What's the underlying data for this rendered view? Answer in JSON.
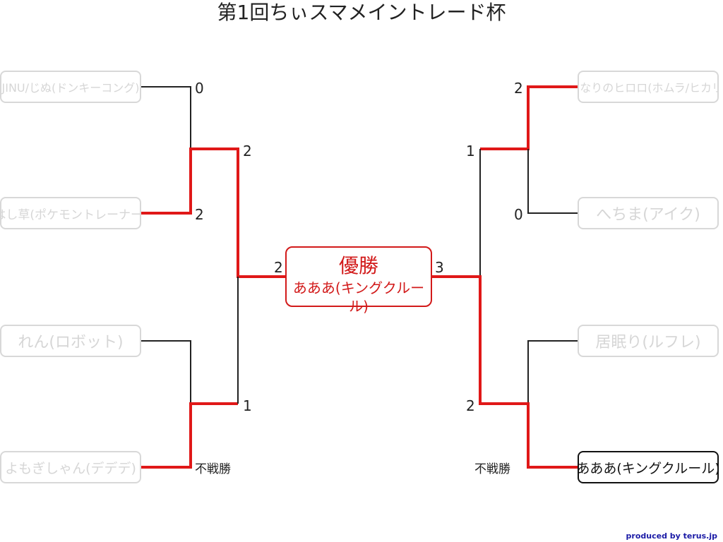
{
  "title": "第1回ちぃスマメイントレード杯",
  "left": {
    "players": [
      "JINU/じぬ(ドンキーコング)",
      "はし草(ポケモントレーナー)",
      "れん(ロボット)",
      "よもぎしゃん(デデデ)"
    ],
    "round1_scores": [
      "0",
      "2",
      "1"
    ],
    "walkover": "不戦勝",
    "semi_score": "2",
    "final_score": "2"
  },
  "right": {
    "players": [
      "となりのヒロロ(ホムラ/ヒカリ)",
      "へちま(アイク)",
      "居眠り(ルフレ)",
      "あああ(キングクルール)"
    ],
    "round1_scores": [
      "2",
      "0"
    ],
    "walkover": "不戦勝",
    "semi_scores": [
      "1",
      "2"
    ],
    "final_score": "3"
  },
  "champion": {
    "label": "優勝",
    "name": "あああ(キングクルール)"
  },
  "credit": "produced by terus.jp",
  "colors": {
    "winner_line": "#e01818",
    "loser_line": "#222222",
    "inactive_player": "#d8d8d8",
    "champion": "#d21a1a",
    "credit": "#1a1aa6"
  }
}
